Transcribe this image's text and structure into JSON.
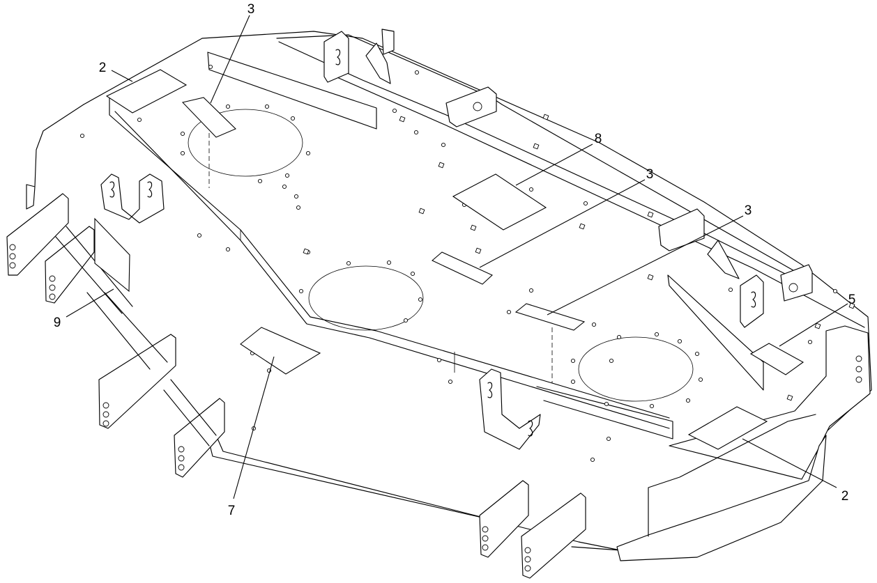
{
  "callouts": [
    {
      "id": "c-2-top",
      "label": "2"
    },
    {
      "id": "c-3-top",
      "label": "3"
    },
    {
      "id": "c-8",
      "label": "8"
    },
    {
      "id": "c-3-mid",
      "label": "3"
    },
    {
      "id": "c-3-right",
      "label": "3"
    },
    {
      "id": "c-5",
      "label": "5"
    },
    {
      "id": "c-9",
      "label": "9"
    },
    {
      "id": "c-7",
      "label": "7"
    },
    {
      "id": "c-2-bottom",
      "label": "2"
    }
  ]
}
